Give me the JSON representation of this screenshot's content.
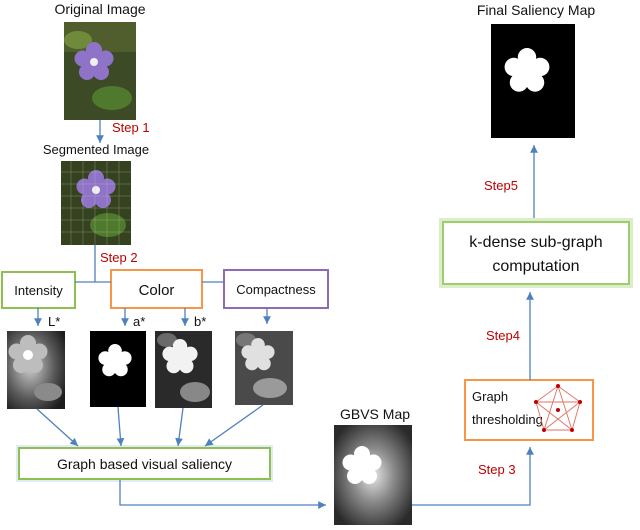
{
  "titles": {
    "original_image": "Original Image",
    "segmented_image": "Segmented Image",
    "final_saliency_map": "Final Saliency Map",
    "gbvs_map": "GBVS  Map"
  },
  "steps": {
    "step1": "Step 1",
    "step2": "Step 2",
    "step3": "Step 3",
    "step4": "Step4",
    "step5": "Step5"
  },
  "boxes": {
    "intensity": "Intensity",
    "color": "Color",
    "compactness": "Compactness",
    "graph_based": "Graph based visual saliency",
    "kdense_line1": "k-dense sub-graph",
    "kdense_line2": "computation",
    "graph_line1": "Graph",
    "graph_line2": "thresholding"
  },
  "channels": {
    "l": "L*",
    "a": "a*",
    "b": "b*"
  },
  "colors": {
    "arrow": "#4f81bd",
    "step": "#c00000",
    "box_green": "#8cc152",
    "box_orange": "#f79646",
    "box_purple": "#8e6bb5",
    "box_blue_glow": "#a9c4e4"
  }
}
